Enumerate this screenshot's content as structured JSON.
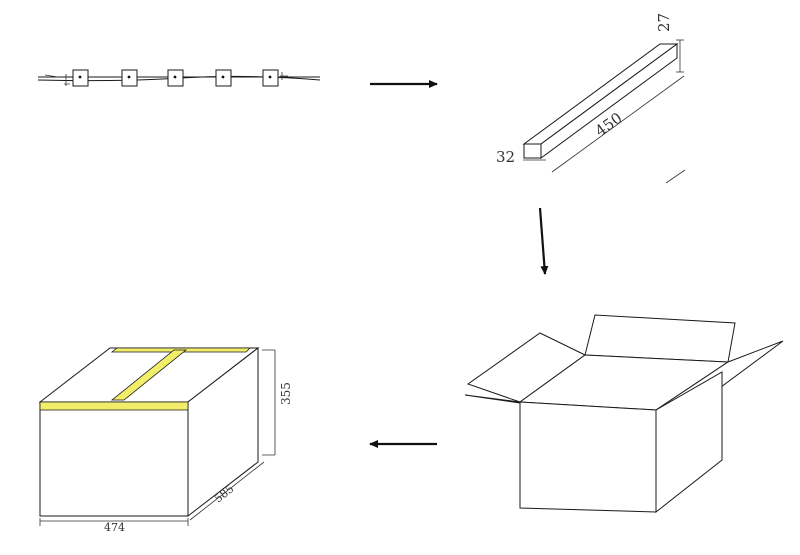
{
  "dimensions": {
    "bar_height": "27",
    "bar_length": "450",
    "bar_width": "32",
    "box_height": "355",
    "box_depth": "585",
    "box_width": "474"
  },
  "colors": {
    "tape": "#f2ee6a",
    "line": "#1a1a1a",
    "background": "#ffffff"
  }
}
